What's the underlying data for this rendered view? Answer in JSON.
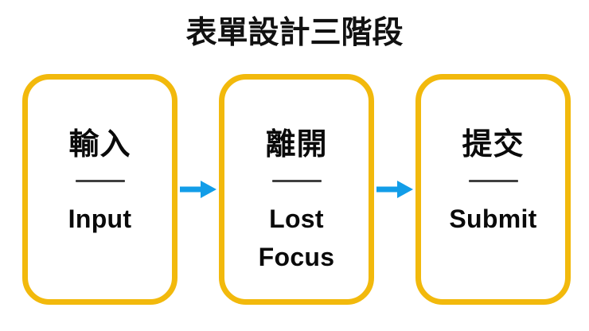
{
  "diagram": {
    "title": "表單設計三階段",
    "accent_border_color": "#f2b90c",
    "arrow_color": "#129de8",
    "text_color": "#0a0a0a",
    "divider_color": "#3f3f3f",
    "background_color": "#ffffff",
    "stages": [
      {
        "cjk_label": "輸入",
        "en_label": "Input"
      },
      {
        "cjk_label": "離開",
        "en_label": "Lost\nFocus"
      },
      {
        "cjk_label": "提交",
        "en_label": "Submit"
      }
    ],
    "connectors": [
      {
        "icon": "arrow-right-icon"
      },
      {
        "icon": "arrow-right-icon"
      }
    ]
  }
}
